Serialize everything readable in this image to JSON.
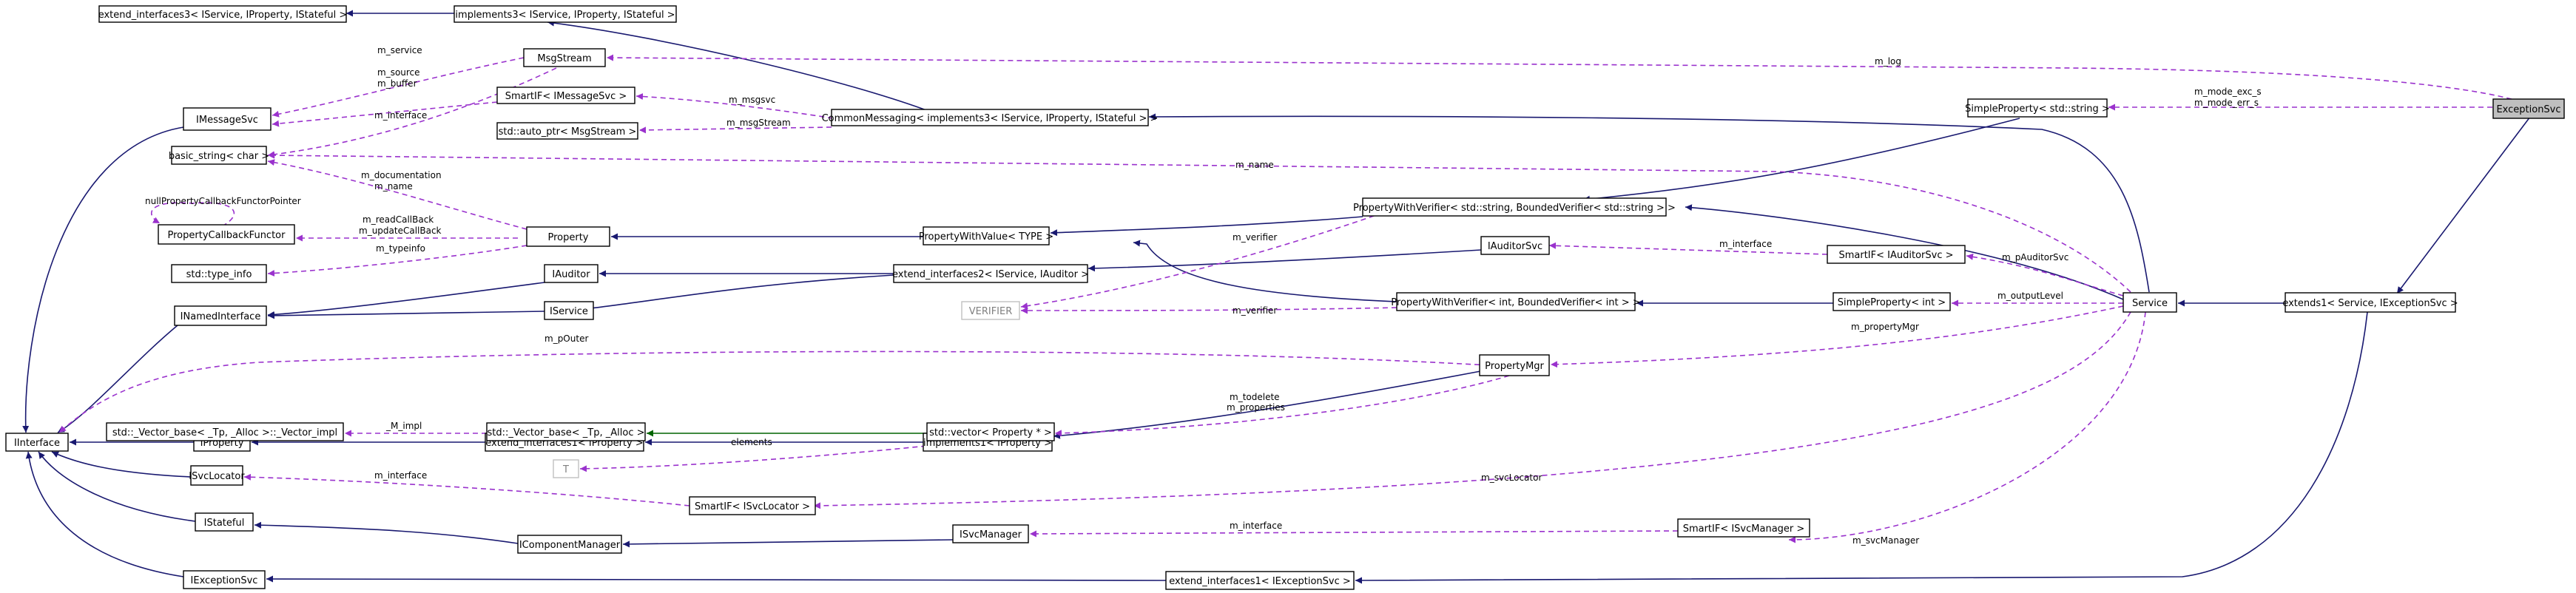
{
  "diagram": {
    "nodes": {
      "extend3_ISvc_IProp_IStateful": "extend_interfaces3< IService, IProperty, IStateful >",
      "implements3_ISvc_IProp_IStateful": "implements3< IService, IProperty, IStateful >",
      "MsgStream": "MsgStream",
      "SmartIF_IMessageSvc": "SmartIF< IMessageSvc >",
      "IMessageSvc": "IMessageSvc",
      "CommonMessaging": "CommonMessaging< implements3< IService, IProperty, IStateful > >",
      "auto_ptr_MsgStream": "std::auto_ptr< MsgStream >",
      "basic_string_char": "basic_string< char >",
      "PropertyCallbackFunctor": "PropertyCallbackFunctor",
      "Property": "Property",
      "PropertyWithValue_TYPE": "PropertyWithValue< TYPE >",
      "PropertyWithVerifier_string": "PropertyWithVerifier< std::string, BoundedVerifier< std::string > >",
      "SimpleProperty_string": "SimpleProperty< std::string >",
      "ExceptionSvc": "ExceptionSvc",
      "std_type_info": "std::type_info",
      "IAuditor": "IAuditor",
      "extend2_ISvc_IAuditor": "extend_interfaces2< IService, IAuditor >",
      "IAuditorSvc": "IAuditorSvc",
      "SmartIF_IAuditorSvc": "SmartIF< IAuditorSvc >",
      "INamedInterface": "INamedInterface",
      "IService": "IService",
      "VERIFIER": "VERIFIER",
      "PropertyWithVerifier_int": "PropertyWithVerifier< int, BoundedVerifier< int > >",
      "SimpleProperty_int": "SimpleProperty< int >",
      "Service": "Service",
      "extends1_Service_IExceptionSvc": "extends1< Service, IExceptionSvc >",
      "IInterface": "IInterface",
      "IProperty": "IProperty",
      "extend1_IProperty": "extend_interfaces1< IProperty >",
      "implements1_IProperty": "implements1< IProperty >",
      "PropertyMgr": "PropertyMgr",
      "Vector_base_impl": "std::_Vector_base< _Tp, _Alloc >::_Vector_impl",
      "Vector_base": "std::_Vector_base< _Tp, _Alloc >",
      "vector_Property_ptr": "std::vector< Property * >",
      "T": "T",
      "ISvcLocator": "ISvcLocator",
      "SmartIF_ISvcLocator": "SmartIF< ISvcLocator >",
      "IStateful": "IStateful",
      "IComponentManager": "IComponentManager",
      "ISvcManager": "ISvcManager",
      "SmartIF_ISvcManager": "SmartIF< ISvcManager >",
      "IExceptionSvc": "IExceptionSvc",
      "extend1_IExceptionSvc": "extend_interfaces1< IExceptionSvc >"
    },
    "edge_labels": {
      "m_log": "m_log",
      "m_service": "m_service",
      "m_source": "m_source",
      "m_buffer": "m_buffer",
      "m_msgsvc": "m_msgsvc",
      "m_interface_msg": "m_interface",
      "m_msgStream": "m_msgStream",
      "m_mode_exc_s": "m_mode_exc_s",
      "m_mode_err_s": "m_mode_err_s",
      "m_name": "m_name",
      "nullPropertyCallbackFunctorPointer": "nullPropertyCallbackFunctorPointer",
      "m_documentation": "m_documentation",
      "m_name2": "m_name",
      "m_readCallBack": "m_readCallBack",
      "m_updateCallBack": "m_updateCallBack",
      "m_typeinfo": "m_typeinfo",
      "m_verifier1": "m_verifier",
      "m_interface_aud": "m_interface",
      "m_pAuditorSvc": "m_pAuditorSvc",
      "m_verifier2": "m_verifier",
      "m_outputLevel": "m_outputLevel",
      "m_propertyMgr": "m_propertyMgr",
      "m_pOuter": "m_pOuter",
      "m_todelete": "m_todelete",
      "m_properties": "m_properties",
      "M_impl": "_M_impl",
      "elements": "elements",
      "m_interface_loc": "m_interface",
      "m_svcLocator": "m_svcLocator",
      "m_interface_mgr": "m_interface",
      "m_svcManager": "m_svcManager"
    },
    "colors": {
      "inheritance": "#191970",
      "private_inheritance": "#006400",
      "usage": "#9a32cd",
      "focus_fill": "#bfbfbf",
      "template_border": "#c0c0c0"
    }
  }
}
